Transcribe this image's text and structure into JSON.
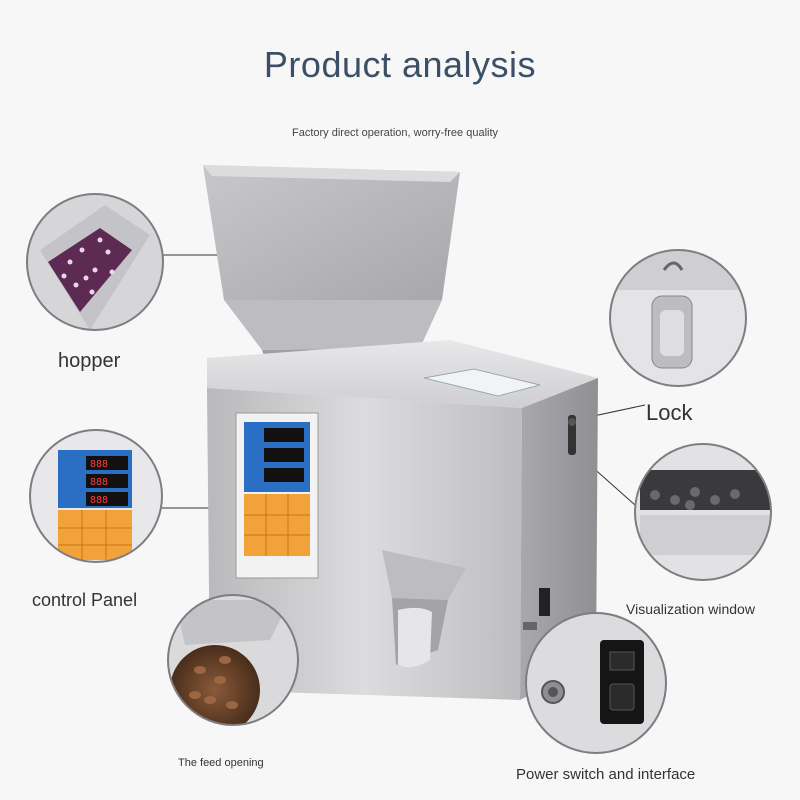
{
  "title": "Product analysis",
  "subtitle": "Factory direct operation, worry-free quality",
  "labels": {
    "hopper": "hopper",
    "control_panel": "control Panel",
    "feed_opening": "The feed opening",
    "lock": "Lock",
    "visualization_window": "Visualization window",
    "power_switch": "Power switch and interface"
  },
  "panel_readouts": [
    "888",
    "888",
    "888"
  ],
  "colors": {
    "title": "#3b4f66",
    "machine_steel": "#c9c9cb",
    "panel_blue": "#2a6fc4",
    "panel_orange": "#f2a23a",
    "readout_red": "#ff3b3b"
  }
}
